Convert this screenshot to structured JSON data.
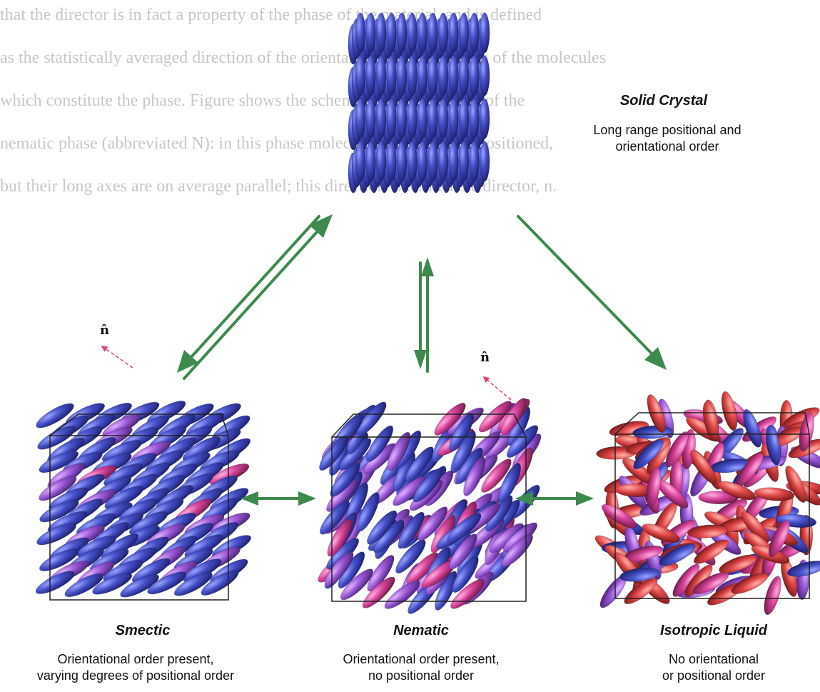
{
  "background_text": [
    "that the director is in fact a property of the phase of the material, and is defined",
    "as the statistically averaged direction of the orientation of the long axes of the molecules",
    "which constitute the phase. Figure shows the schematic representation of the",
    "nematic phase (abbreviated N): in this phase molecules are randomly positioned,",
    "but their long axes are on average parallel; this direction is termed the director, n."
  ],
  "phases": {
    "solid": {
      "title": "Solid Crystal",
      "desc": [
        "Long range positional and",
        "orientational order"
      ]
    },
    "smectic": {
      "title": "Smectic",
      "desc": [
        "Orientational order present,",
        "varying degrees of positional order"
      ]
    },
    "nematic": {
      "title": "Nematic",
      "desc": [
        "Orientational order present,",
        "no positional order"
      ]
    },
    "isotropic": {
      "title": "Isotropic  Liquid",
      "desc": [
        "No orientational",
        "or positional order"
      ]
    }
  },
  "director_symbol": "n̂",
  "colors": {
    "arrow": "#3c8a4c",
    "director_arrow": "#e0407a",
    "blue": "#4650c8",
    "violet": "#9a58d6",
    "red": "#e04848"
  }
}
